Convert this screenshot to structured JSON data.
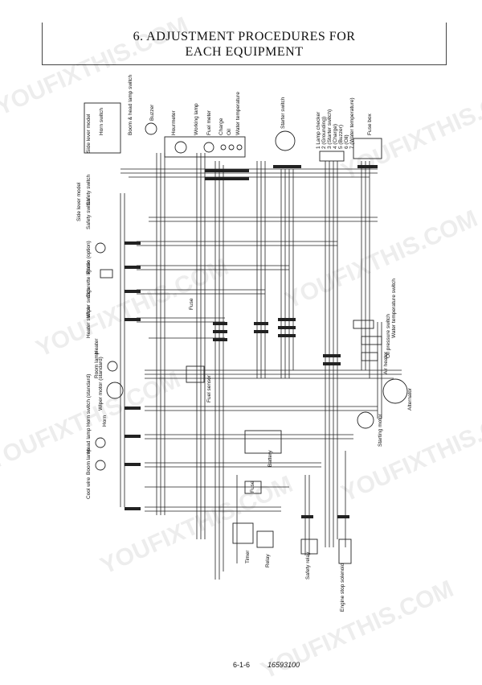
{
  "page": {
    "title_line1": "6. ADJUSTMENT PROCEDURES FOR",
    "title_line2": "EACH EQUIPMENT",
    "page_number": "6-1-6",
    "doc_code": "16593100",
    "watermark": "YOUFIXTHIS.COM"
  },
  "labels": {
    "side_lever_model_top": "Side lever model",
    "horn_switch_top": "Horn switch",
    "boom_head_lamp_switch": "Boom & head lamp switch",
    "buzzer": "Buzzer",
    "hourmeter": "Hourmeter",
    "working_lamp": "Working lamp",
    "fuel_meter": "Fuel meter",
    "charge": "Charge",
    "oil": "Oil",
    "water_temperature": "Water temperature",
    "starter_switch": "Starter switch",
    "lamp_checker": "1 Lamp checker",
    "grounding": "2 (Grounding)",
    "starter_switch_2": "3 (Starter switch)",
    "charge_2": "4 (Charge)",
    "buzzer_2": "5 (Buzzer)",
    "oil_2": "6 (Oil)",
    "water_temperature_2": "7 (Water temperature)",
    "fuse_box": "Fuse box",
    "side_lever_model_left": "Side lever model",
    "safety_switch_1": "Safety switch",
    "safety_switch_2": "Safety switch",
    "radio_option": "Radio (option)",
    "cigarette_lighter": "Cigarette lighter",
    "wiper_switch": "Wiper switch",
    "heater_switch": "Heater switch",
    "heater": "Heater",
    "fuse": "Fuse",
    "room_lamp": "Room lamp",
    "wiper_motor_standard": "Wiper motor (standard)",
    "fuel_sensor": "Fuel sensor",
    "horn_switch_standard": "Horn switch (standard)",
    "horn": "Horn",
    "head_lamp": "Head lamp",
    "boom_lamp": "Boom lamp",
    "cool_wire": "Cool wire",
    "battery": "Battery",
    "water_temperature_switch": "Water temperature switch",
    "oil_pressure_switch": "Oil pressure switch",
    "air_heater": "Air heater",
    "alternator": "Alternator",
    "starting_motor": "Starting motor",
    "fuse_lower": "Fuse",
    "timer": "Timer",
    "relay": "Relay",
    "safety_relay": "Safety relay",
    "engine_stop_solenoid": "Engine stop solenoid"
  }
}
